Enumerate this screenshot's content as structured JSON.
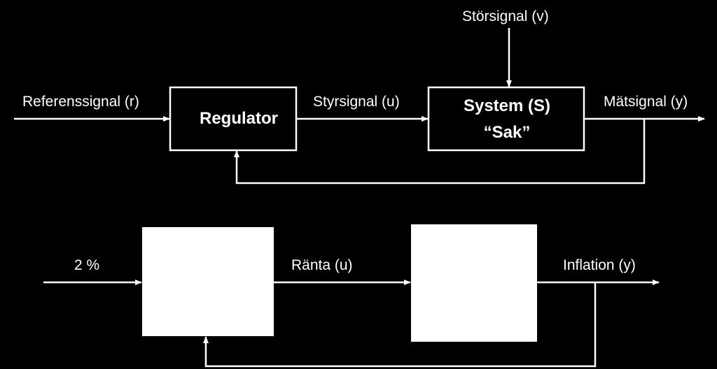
{
  "colors": {
    "background": "#000000",
    "line": "#ffffff",
    "solid_block": "#ffffff"
  },
  "top_diagram": {
    "reference_label": "Referenssignal (r)",
    "regulator_label": "Regulator",
    "control_label": "Styrsignal (u)",
    "disturbance_label": "Störsignal (v)",
    "system_label": "System (S)",
    "system_sublabel": "“Sak”",
    "measurement_label": "Mätsignal (y)"
  },
  "bottom_diagram": {
    "reference_label": "2 %",
    "control_label": "Ränta (u)",
    "output_label": "Inflation (y)"
  }
}
